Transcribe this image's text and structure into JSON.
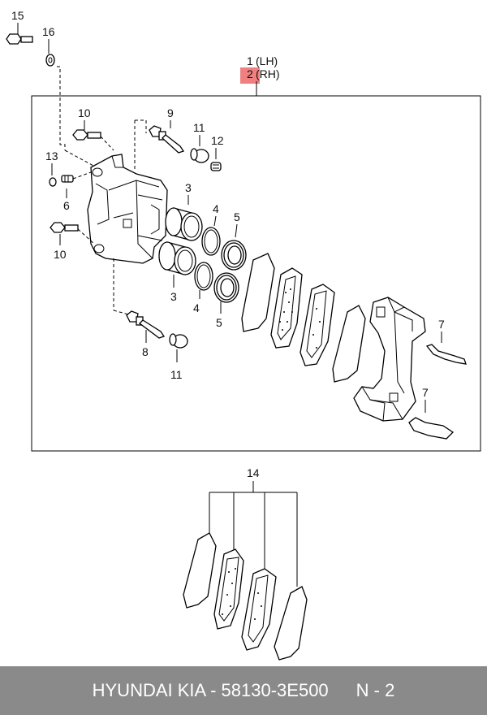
{
  "header": {
    "part_1": "1",
    "part_1_side": "(LH)",
    "part_2": "2",
    "part_2_side": "(RH)",
    "highlight_color": "#f08080"
  },
  "callouts": {
    "n15": "15",
    "n16": "16",
    "n10a": "10",
    "n9": "9",
    "n11a": "11",
    "n12": "12",
    "n13": "13",
    "n6": "6",
    "n3a": "3",
    "n4a": "4",
    "n5a": "5",
    "n10b": "10",
    "n3b": "3",
    "n4b": "4",
    "n5b": "5",
    "n8": "8",
    "n11b": "11",
    "n7a": "7",
    "n7b": "7",
    "n14": "14"
  },
  "footer": {
    "part_text": "HYUNDAI KIA - 58130-3E500",
    "page_text": "N - 2",
    "background": "#8a8a8a"
  }
}
